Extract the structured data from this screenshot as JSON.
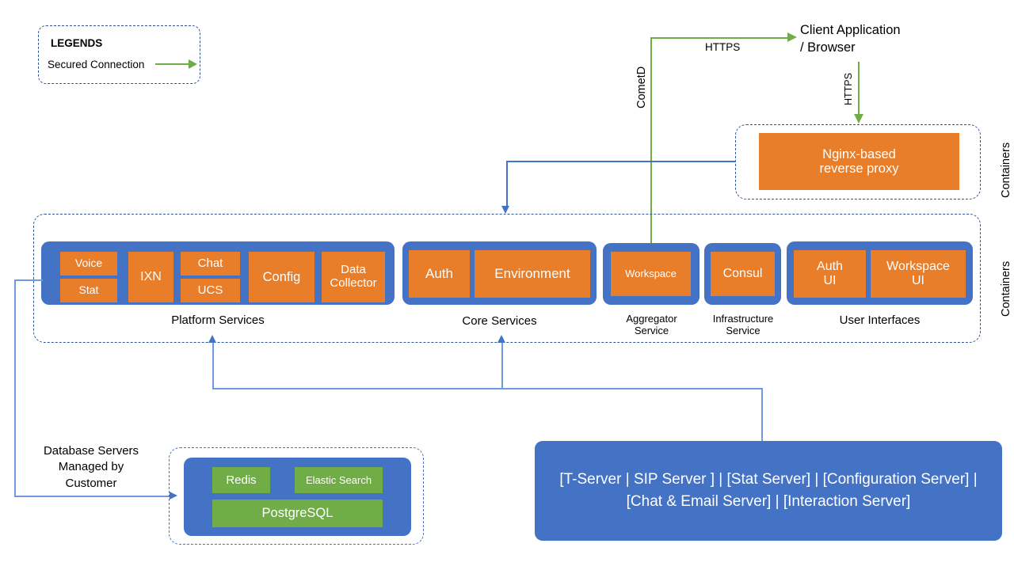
{
  "legend": {
    "title": "LEGENDS",
    "secured_connection_label": "Secured Connection",
    "arrow_icon": "green-arrow-icon"
  },
  "colors": {
    "blue_group": "#4472C4",
    "orange_service": "#E87D2A",
    "green_database": "#70AD47",
    "dashed_border": "#2F5597",
    "secured_connection": "#70AD47",
    "connector_line": "#4472C4"
  },
  "client": {
    "label_line1": "Client Application",
    "label_line2": "/ Browser"
  },
  "protocols": {
    "cometd": "CometD",
    "https_to_client": "HTTPS",
    "https_to_proxy": "HTTPS"
  },
  "proxy": {
    "container_label": "Containers",
    "box_line1": "Nginx-based",
    "box_line2": "reverse proxy"
  },
  "services": {
    "container_label": "Containers",
    "groups": [
      {
        "caption": "Platform Services",
        "columns": [
          {
            "type": "stacked",
            "items": [
              "Voice",
              "Stat"
            ]
          },
          {
            "type": "single",
            "items": [
              "IXN"
            ]
          },
          {
            "type": "stacked",
            "items": [
              "Chat",
              "UCS"
            ]
          },
          {
            "type": "single",
            "items": [
              "Config"
            ]
          },
          {
            "type": "single",
            "items": [
              "Data Collector"
            ]
          }
        ]
      },
      {
        "caption": "Core Services",
        "columns": [
          {
            "type": "single",
            "items": [
              "Auth"
            ]
          },
          {
            "type": "single",
            "items": [
              "Environment"
            ]
          }
        ]
      },
      {
        "caption": "Aggregator Service",
        "columns": [
          {
            "type": "single",
            "items": [
              "Workspace"
            ]
          }
        ]
      },
      {
        "caption": "Infrastructure Service",
        "columns": [
          {
            "type": "single",
            "items": [
              "Consul"
            ]
          }
        ]
      },
      {
        "caption": "User Interfaces",
        "columns": [
          {
            "type": "single",
            "items": [
              "Auth UI"
            ]
          },
          {
            "type": "single",
            "items": [
              "Workspace UI"
            ]
          }
        ]
      }
    ]
  },
  "database": {
    "caption_line1": "Database Servers",
    "caption_line2": "Managed by",
    "caption_line3": "Customer",
    "items": [
      "Redis",
      "Elastic Search",
      "PostgreSQL"
    ]
  },
  "backend_servers": {
    "label_line1": "[T-Server | SIP Server ] | [Stat Server] | [Configuration",
    "label_line2": "Server] | [Chat & Email Server] | [Interaction Server]"
  }
}
